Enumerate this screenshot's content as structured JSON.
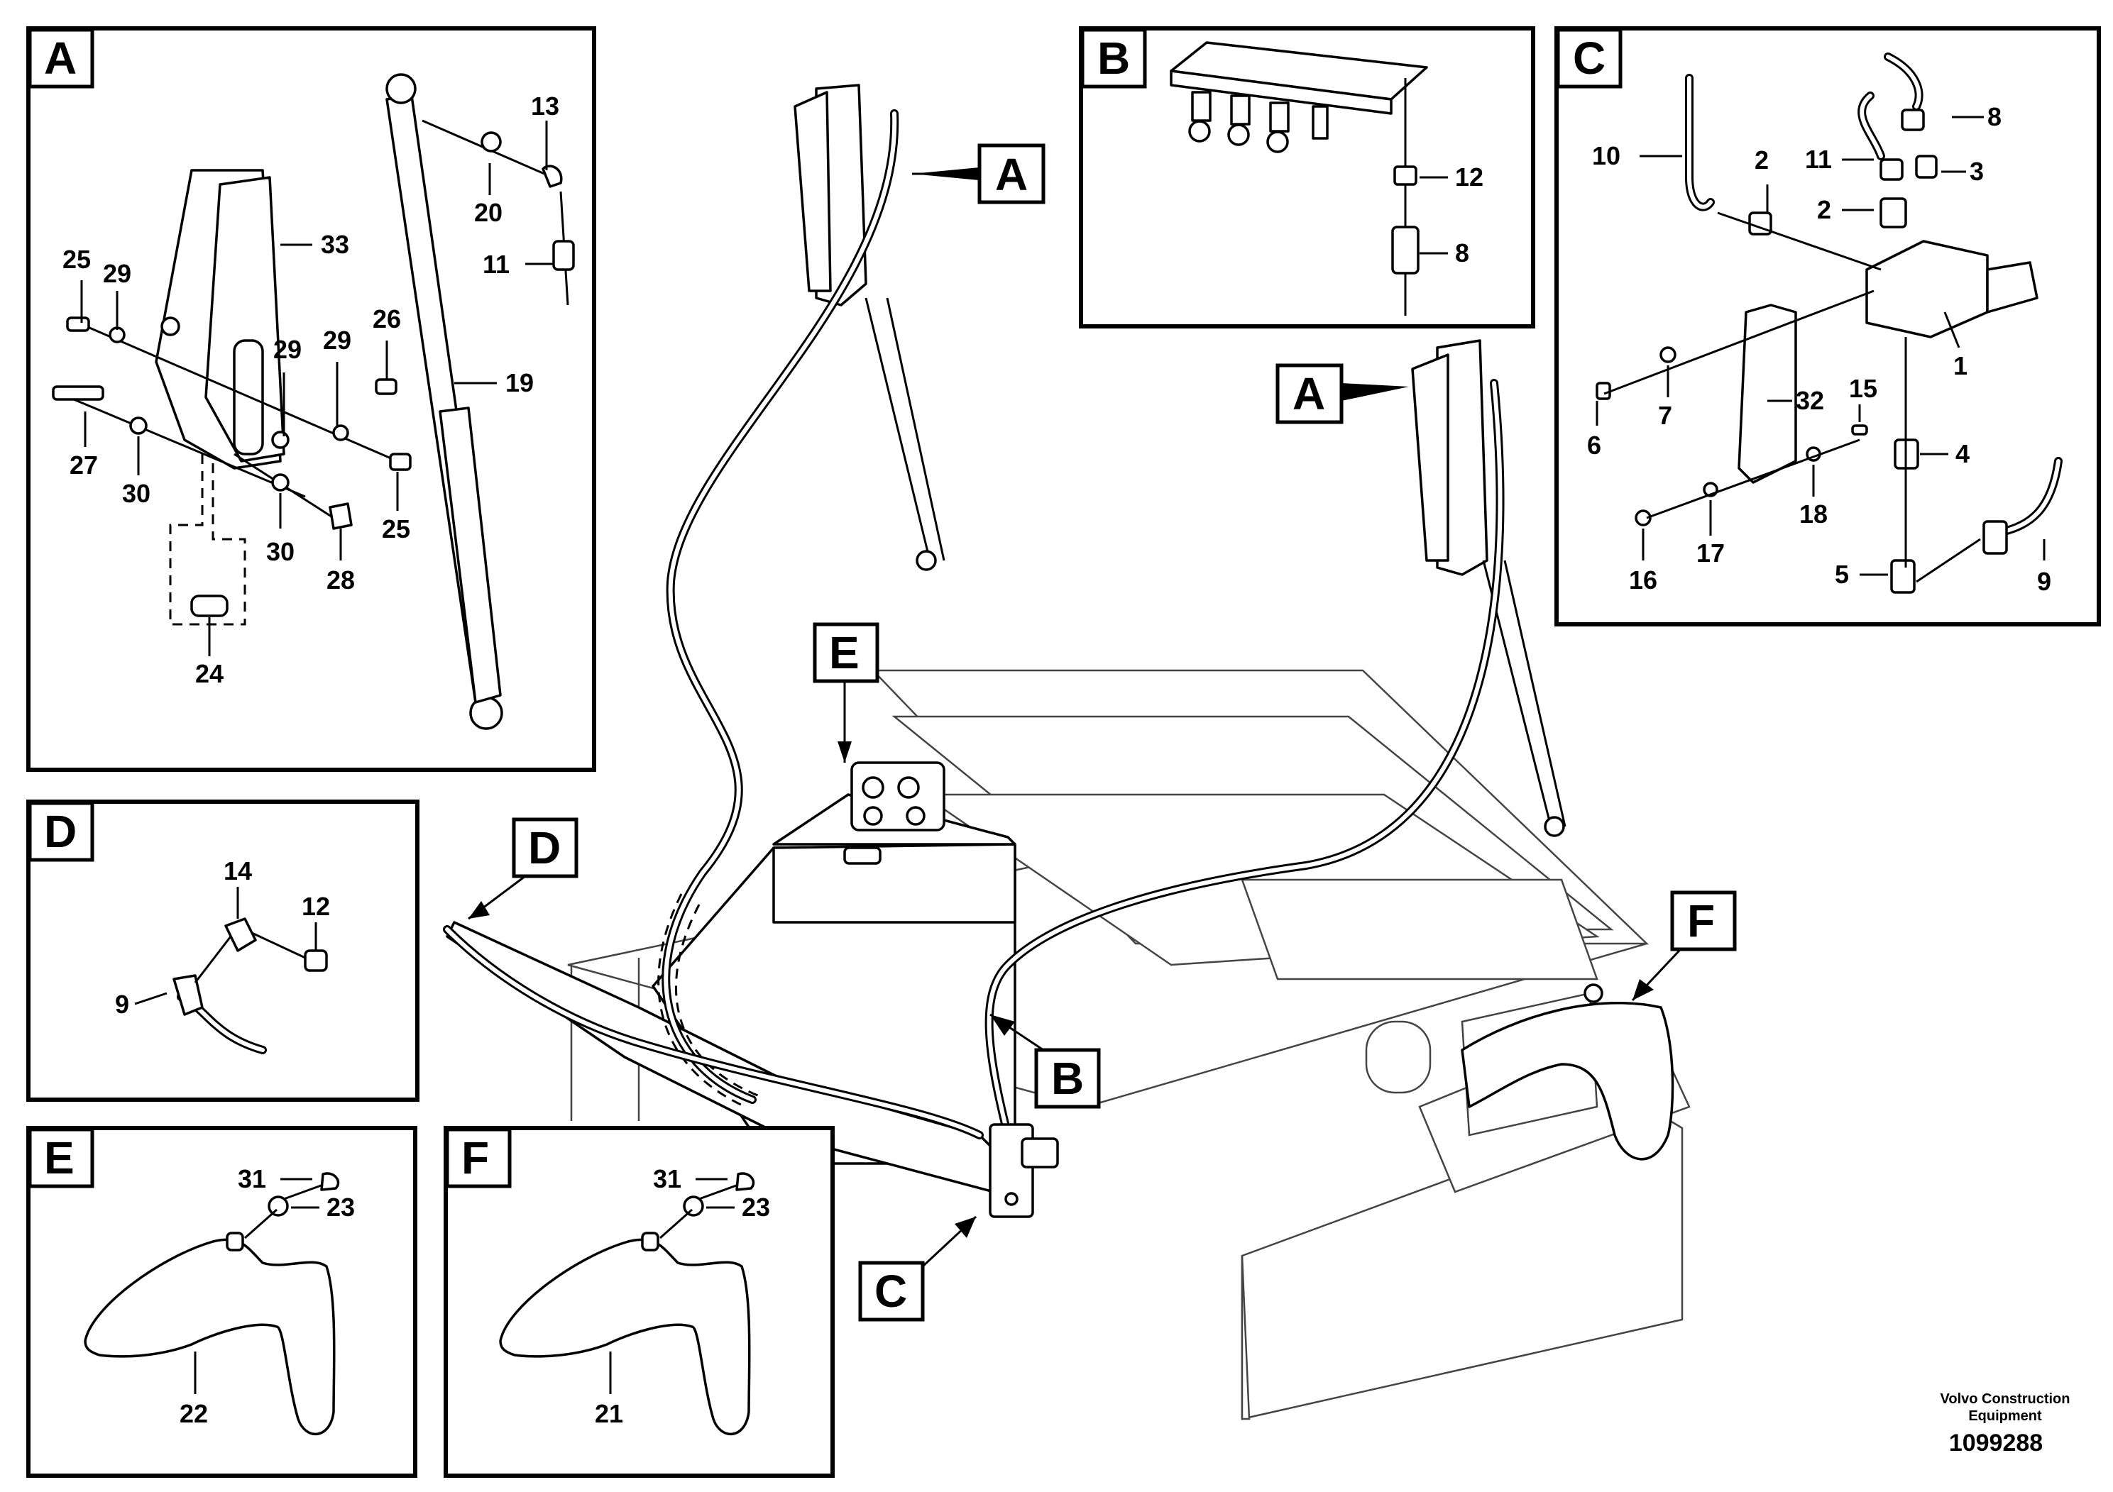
{
  "panels": {
    "A": {
      "letter": "A",
      "labels": [
        "13",
        "20",
        "11",
        "33",
        "25",
        "29",
        "29",
        "29",
        "26",
        "19",
        "27",
        "30",
        "30",
        "28",
        "25",
        "24"
      ]
    },
    "B": {
      "letter": "B",
      "labels": [
        "12",
        "8"
      ]
    },
    "C": {
      "letter": "C",
      "labels": [
        "8",
        "10",
        "2",
        "11",
        "3",
        "2",
        "1",
        "15",
        "32",
        "6",
        "7",
        "4",
        "18",
        "17",
        "16",
        "5",
        "9"
      ]
    },
    "D": {
      "letter": "D",
      "labels": [
        "14",
        "12",
        "9"
      ]
    },
    "E": {
      "letter": "E",
      "labels": [
        "31",
        "23",
        "22"
      ]
    },
    "F": {
      "letter": "F",
      "labels": [
        "31",
        "23",
        "21"
      ]
    }
  },
  "callouts": [
    "A",
    "A",
    "B",
    "C",
    "D",
    "E",
    "F"
  ],
  "footer": {
    "credit_line1": "Volvo Construction",
    "credit_line2": "Equipment",
    "doc_number": "1099288"
  }
}
